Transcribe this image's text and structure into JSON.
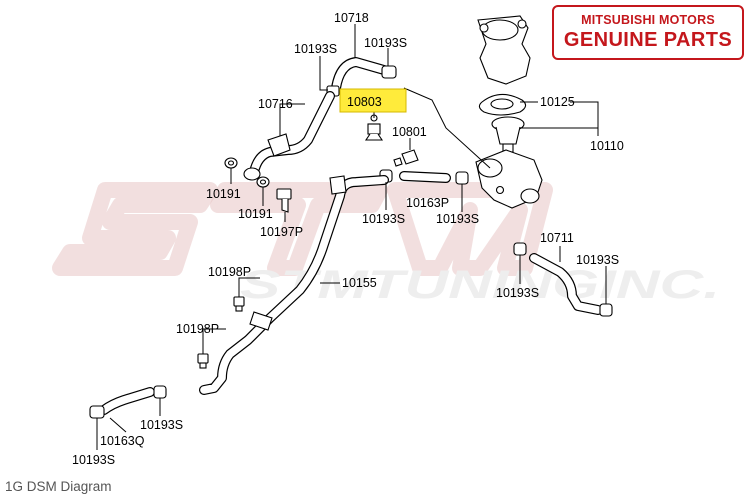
{
  "badge": {
    "line1": "MITSUBISHI MOTORS",
    "line2": "GENUINE PARTS",
    "color": "#c4171c"
  },
  "watermark": {
    "text": "STMTUNINGINC.",
    "color": "#e8c4c4"
  },
  "caption": "1G DSM Diagram",
  "highlight_color": "#ffeb3b",
  "labels": {
    "l10718": "10718",
    "l10193s_a": "10193S",
    "l10193s_b": "10193S",
    "l10803": "10803",
    "l10716": "10716",
    "l10801": "10801",
    "l10125": "10125",
    "l10110": "10110",
    "l10191_a": "10191",
    "l10191_b": "10191",
    "l10197p": "10197P",
    "l10193s_c": "10193S",
    "l10163p": "10163P",
    "l10193s_d": "10193S",
    "l10711": "10711",
    "l10193s_e": "10193S",
    "l10193s_f": "10193S",
    "l10198p_a": "10198P",
    "l10155": "10155",
    "l10198p_b": "10198P",
    "l10193s_g": "10193S",
    "l10163q": "10163Q",
    "l10193s_h": "10193S"
  }
}
